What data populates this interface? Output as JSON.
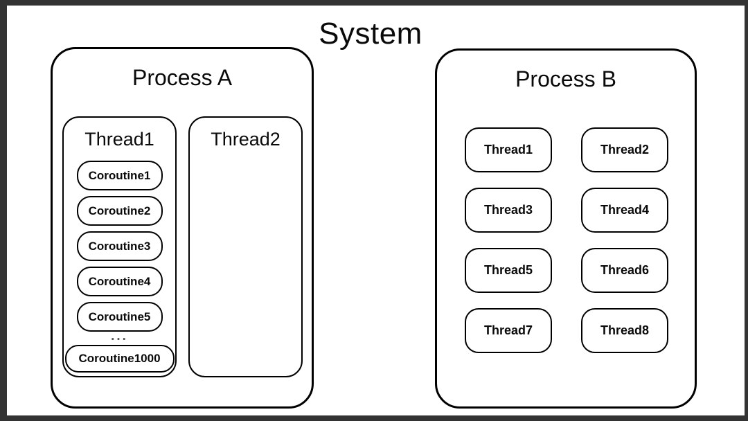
{
  "title": "System",
  "colors": {
    "frame": "#333333",
    "stroke": "#000000",
    "background": "#ffffff",
    "ellipsis": "#555555"
  },
  "process_a": {
    "label": "Process A",
    "threads": [
      {
        "label": "Thread1",
        "coroutines": [
          "Coroutine1",
          "Coroutine2",
          "Coroutine3",
          "Coroutine4",
          "Coroutine5"
        ],
        "ellipsis": "...",
        "last_coroutine": "Coroutine1000"
      },
      {
        "label": "Thread2"
      }
    ]
  },
  "process_b": {
    "label": "Process B",
    "threads": [
      "Thread1",
      "Thread2",
      "Thread3",
      "Thread4",
      "Thread5",
      "Thread6",
      "Thread7",
      "Thread8"
    ]
  }
}
